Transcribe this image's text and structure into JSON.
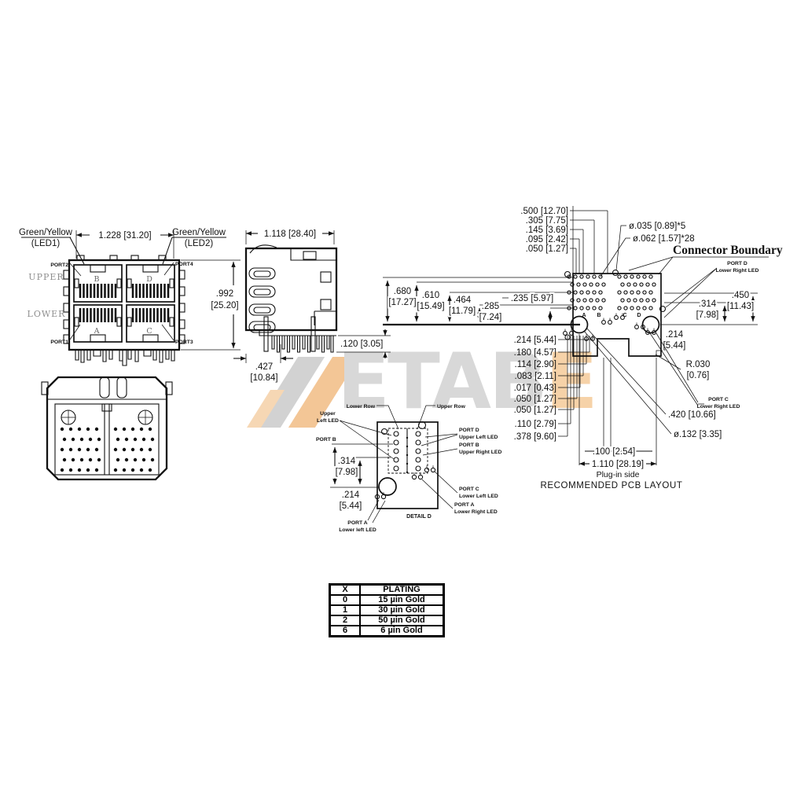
{
  "wm": {
    "gray_text": "ETAB",
    "accent_text": "E",
    "gray": "#d8d8d8",
    "orange": "#f3c696"
  },
  "fv": {
    "led1a": "Green/Yellow",
    "led1b": "(LED1)",
    "led2a": "Green/Yellow",
    "led2b": "(LED2)",
    "w": "1.228 [31.20]",
    "h_in": ".992",
    "h_mm": "[25.20]",
    "upper": "UPPER",
    "lower": "LOWER",
    "p1": "PORT1",
    "p2": "PORT2",
    "p3": "PORT3",
    "p4": "PORT4",
    "jul": "B",
    "jur": "D",
    "jll": "A",
    "jlr": "C"
  },
  "sv": {
    "w": "1.118 [28.40]",
    "pin": ".120 [3.05]",
    "off_in": ".427",
    "off_mm": "[10.84]"
  },
  "pcb": {
    "title": "RECOMMENDED PCB LAYOUT",
    "plug": "Plug-in side",
    "boundary": "Connector Boundary",
    "top_dims": [
      ".500 [12.70]",
      ".305 [7.75]",
      ".145 [3.69]",
      ".095 [2.42]",
      ".050 [1.27]"
    ],
    "hole5": "ø.035 [0.89]*5",
    "hole28": "ø.062 [1.57]*28",
    "d680a": ".680",
    "d680b": "[17.27]",
    "d610a": ".610",
    "d610b": "[15.49]",
    "d464a": ".464",
    "d464b": "[11.79]",
    "d285a": ".285",
    "d285b": "[7.24]",
    "d235": ".235 [5.97]",
    "stack": [
      ".214 [5.44]",
      ".180 [4.57]",
      ".114 [2.90]",
      ".083 [2.11]",
      ".017 [0.43]",
      ".050 [1.27]",
      ".050 [1.27]",
      ".110 [2.79]",
      ".378 [9.60]"
    ],
    "d100": ".100 [2.54]",
    "d1110": "1.110 [28.19]",
    "d450a": ".450",
    "d450b": "[11.43]",
    "d314a": ".314",
    "d314b": "[7.98]",
    "d214a": ".214",
    "d214b": "[5.44]",
    "r030a": "R.030",
    "r030b": "[0.76]",
    "d420": ".420 [10.66]",
    "d132": "ø.132 [3.35]",
    "pda": "PORT D",
    "pdb": "Lower Right LED",
    "pca": "PORT C",
    "pcb2": "Lower Right LED",
    "la": "A",
    "lb": "B",
    "lc": "C",
    "ld": "D"
  },
  "dd": {
    "title": "DETAIL D",
    "lrow": "Lower Row",
    "urow": "Upper Row",
    "ula": "Upper",
    "ulb": "Left LED",
    "pb": "PORT B",
    "d314a": ".314",
    "d314b": "[7.98]",
    "d214a": ".214",
    "d214b": "[5.44]",
    "pdula": "PORT D",
    "pdulb": "Upper Left LED",
    "pbura": "PORT B",
    "pburb": "Upper Right LED",
    "pclla": "PORT C",
    "pcllb": "Lower Left LED",
    "palra": "PORT A",
    "palrb": "Lower Right LED",
    "palla": "PORT A",
    "pallb": "Lower left LED"
  },
  "tbl": {
    "hx": "X",
    "hp": "PLATING",
    "rows": [
      {
        "x": "0",
        "p": "15 µin Gold"
      },
      {
        "x": "1",
        "p": "30 µin Gold"
      },
      {
        "x": "2",
        "p": "50 µin Gold"
      },
      {
        "x": "6",
        "p": "6 µin Gold"
      }
    ]
  }
}
